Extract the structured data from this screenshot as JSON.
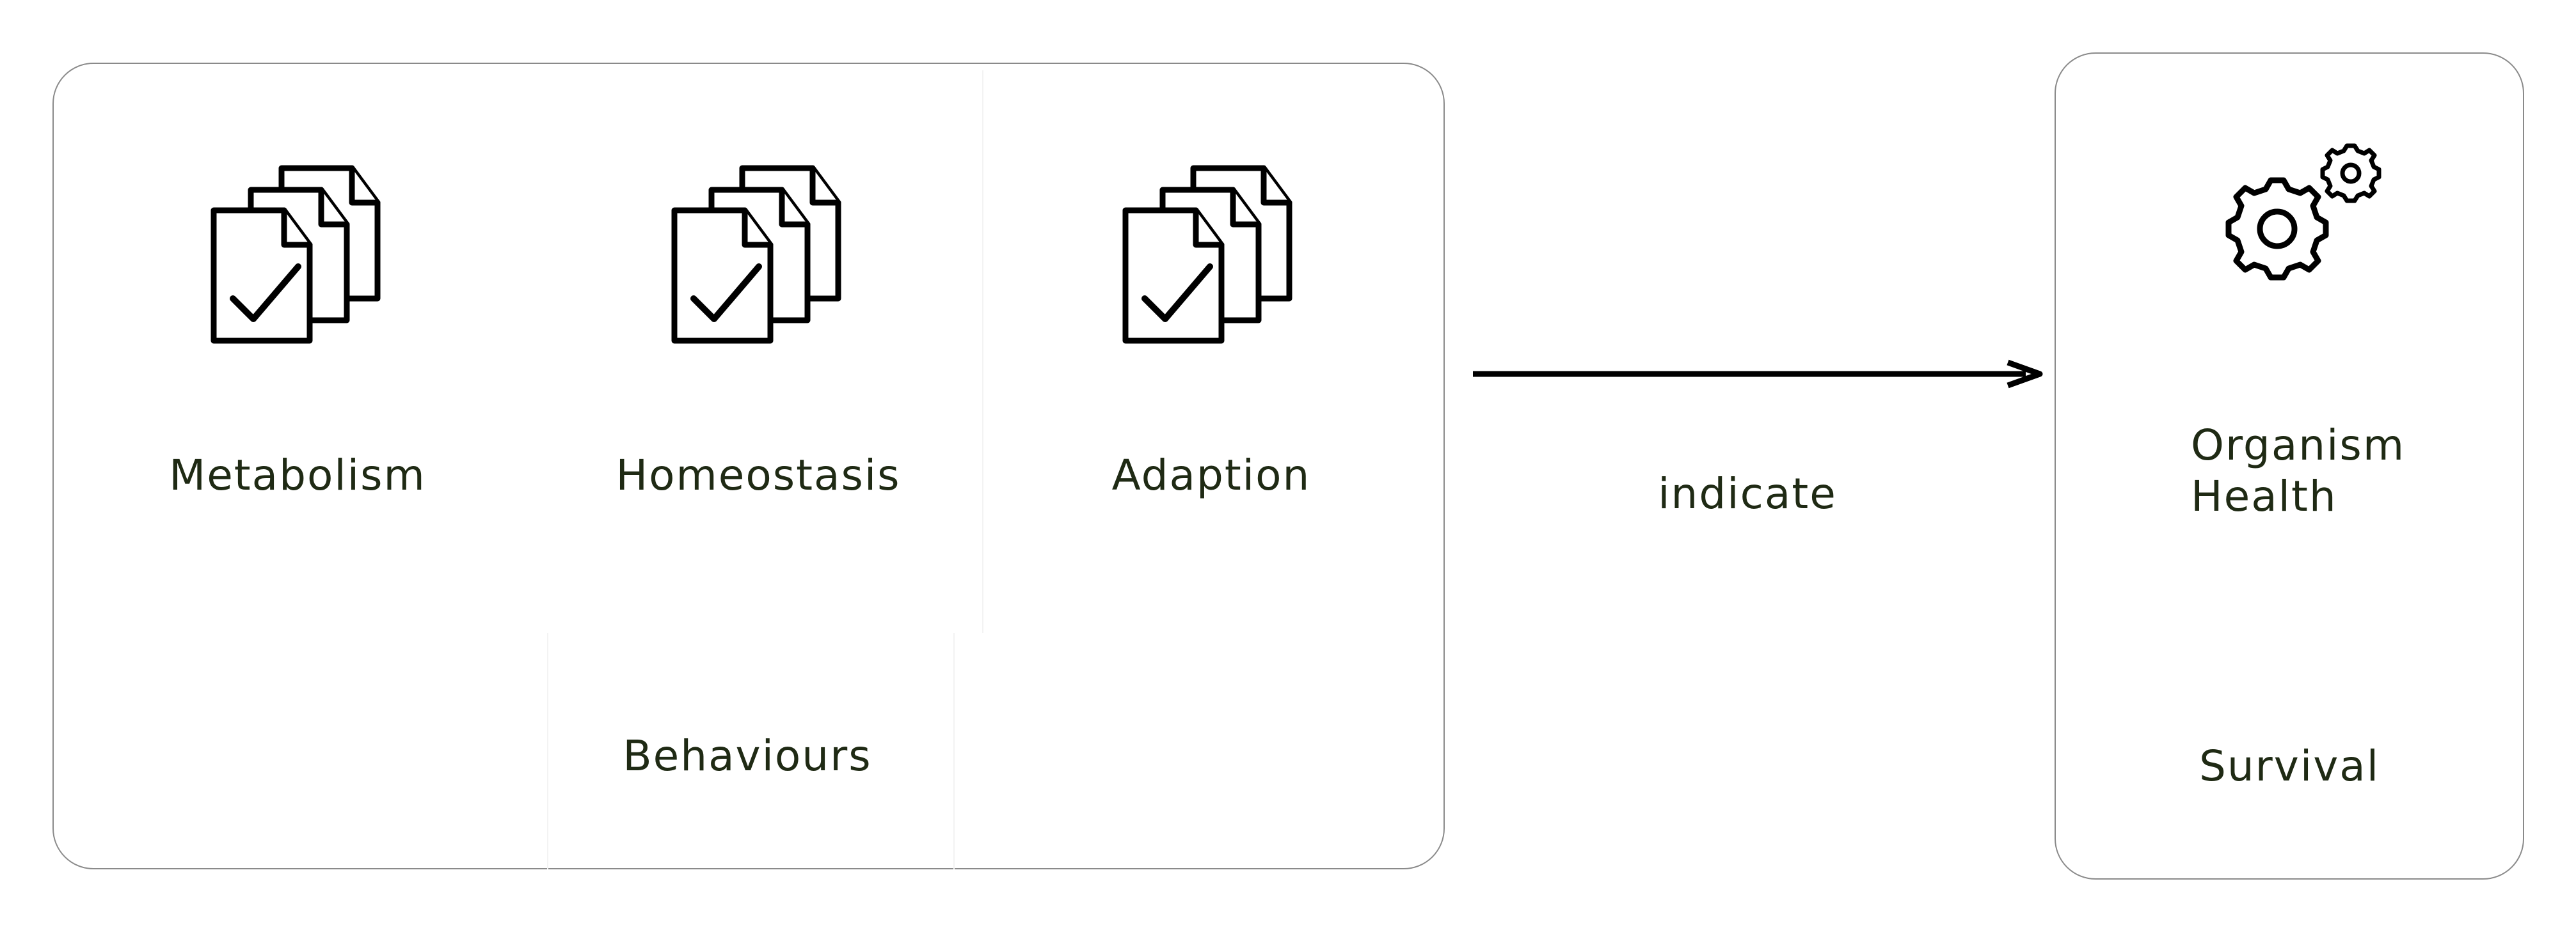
{
  "diagram": {
    "processes": [
      {
        "label": "Metabolism",
        "icon": "checked-documents-icon"
      },
      {
        "label": "Homeostasis",
        "icon": "checked-documents-icon"
      },
      {
        "label": "Adaption",
        "icon": "checked-documents-icon"
      }
    ],
    "group_label": "Behaviours",
    "connector_label": "indicate",
    "outcome": {
      "label": "Organism Health",
      "sublabel": "Survival",
      "icon": "gears-icon"
    }
  }
}
